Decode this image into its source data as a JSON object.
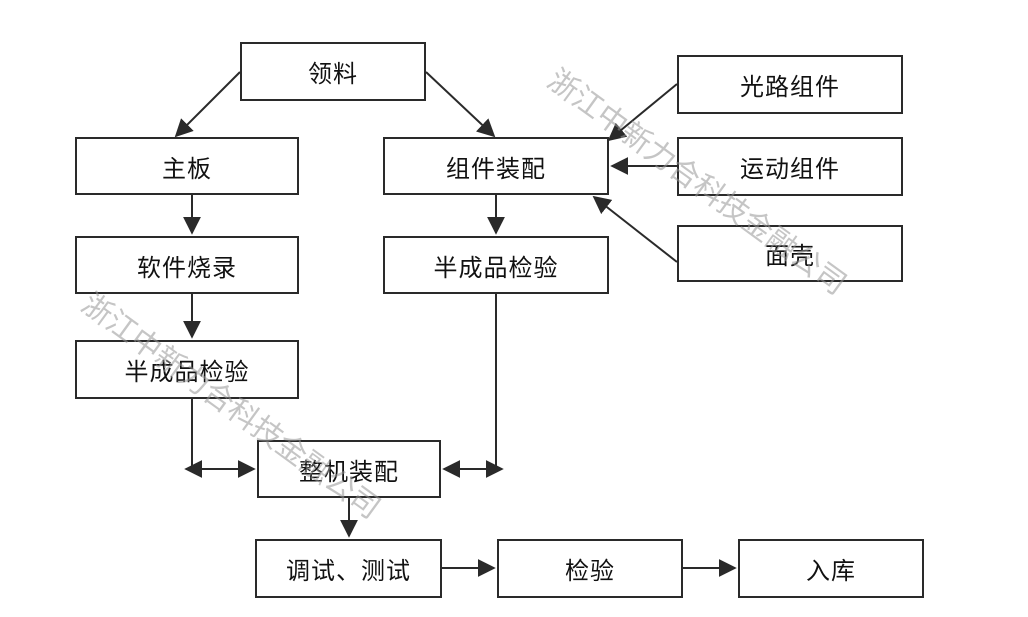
{
  "nodes": {
    "lingliao": "领料",
    "zhuban": "主板",
    "zujian_zhuangpei": "组件装配",
    "guanglu_zujian": "光路组件",
    "yundong_zujian": "运动组件",
    "miankai": "面壳",
    "ruanjian_shaolu": "软件烧录",
    "banchengpin_jianyan_left": "半成品检验",
    "banchengpin_jianyan_right": "半成品检验",
    "zhengji_zhuangpei": "整机装配",
    "tiaoshi_ceshi": "调试、测试",
    "jianyan": "检验",
    "ruku": "入库"
  },
  "watermark": "浙江中新力合科技金融公司",
  "colors": {
    "line": "#2a2a2a",
    "text": "#111111",
    "watermark": "#969696"
  }
}
